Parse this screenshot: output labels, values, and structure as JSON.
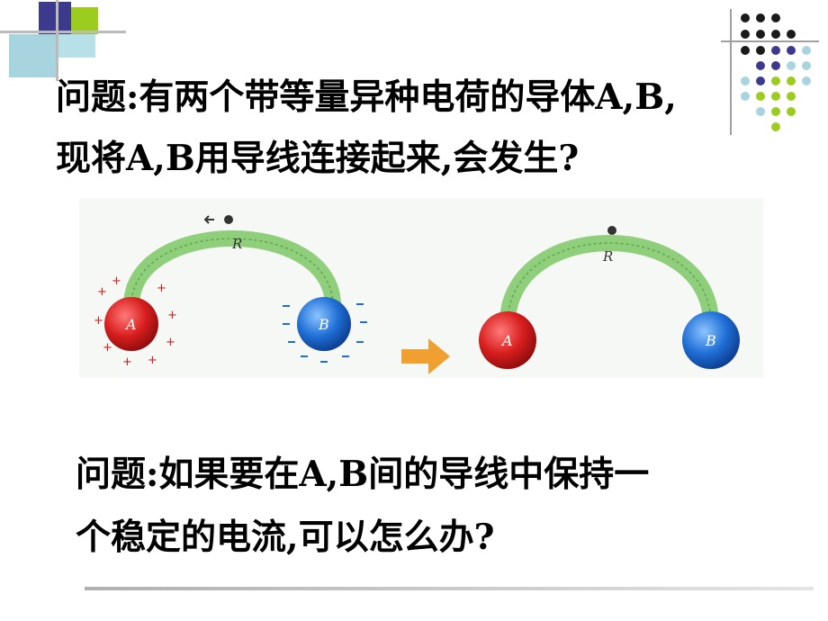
{
  "slide": {
    "question1": {
      "line1": "问题:有两个带等量异种电荷的导体A,B,",
      "line2": "现将A,B用导线连接起来,会发生?"
    },
    "question2": {
      "line1": "问题:如果要在A,B间的导线中保持一",
      "line2": "个稳定的电流,可以怎么办?"
    }
  },
  "figure": {
    "before": {
      "sphere_a": "A",
      "sphere_b": "B",
      "wire": "R"
    },
    "after": {
      "sphere_a": "A",
      "sphere_b": "B",
      "wire": "R"
    },
    "colors": {
      "sphere_a": "#d81e1e",
      "sphere_b": "#1f6fd6",
      "wire": "#8fce7a",
      "arrow": "#f0a030",
      "grid_black": "#1a1a1a",
      "grid_purple": "#3c3a8c",
      "grid_lightblue": "#a8d4e0",
      "grid_green": "#9ccc1e"
    }
  }
}
